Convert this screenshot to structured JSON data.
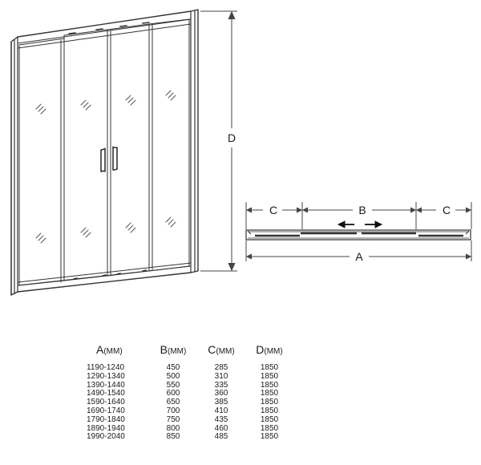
{
  "dimensions": {
    "height_label": "D",
    "overall_width_label": "A",
    "opening_label": "B",
    "side_label_left": "C",
    "side_label_right": "C"
  },
  "table": {
    "headers": [
      {
        "letter": "A",
        "unit": "(MM)"
      },
      {
        "letter": "B",
        "unit": "(MM)"
      },
      {
        "letter": "C",
        "unit": "(MM)"
      },
      {
        "letter": "D",
        "unit": "(MM)"
      }
    ],
    "rows": [
      [
        "1190-1240",
        "450",
        "285",
        "1850"
      ],
      [
        "1290-1340",
        "500",
        "310",
        "1850"
      ],
      [
        "1390-1440",
        "550",
        "335",
        "1850"
      ],
      [
        "1490-1540",
        "600",
        "360",
        "1850"
      ],
      [
        "1590-1640",
        "650",
        "385",
        "1850"
      ],
      [
        "1690-1740",
        "700",
        "410",
        "1850"
      ],
      [
        "1790-1840",
        "750",
        "435",
        "1850"
      ],
      [
        "1890-1940",
        "800",
        "460",
        "1850"
      ],
      [
        "1990-2040",
        "850",
        "485",
        "1850"
      ]
    ]
  }
}
